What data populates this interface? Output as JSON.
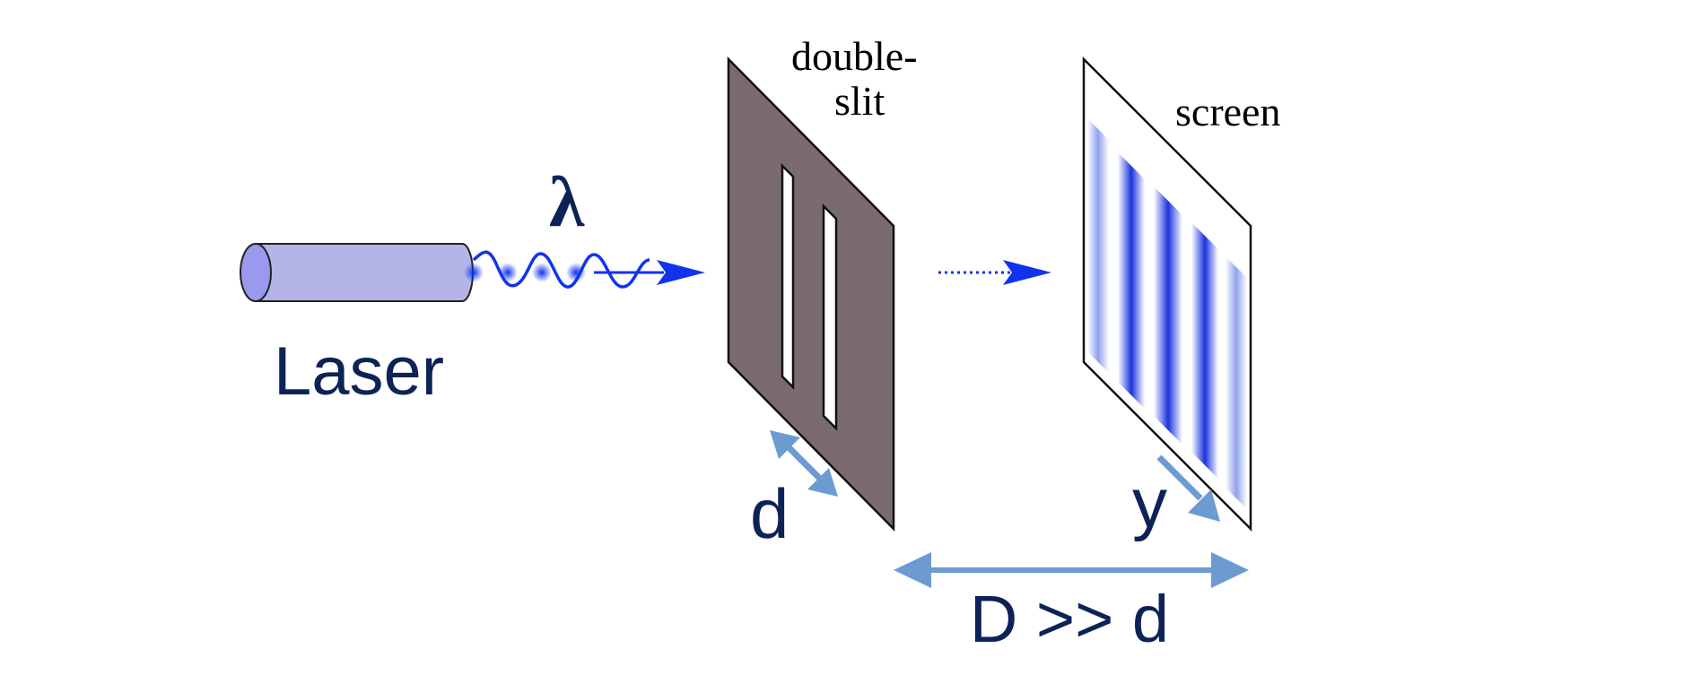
{
  "labels": {
    "laser": "Laser",
    "wavelength": "λ",
    "double_slit_line1": "double-",
    "double_slit_line2": "slit",
    "screen": "screen",
    "slit_separation": "d",
    "fringe_position": "y",
    "distance_relation": "D >> d"
  },
  "colors": {
    "label_navy": "#0d2257",
    "laser_fill": "#b4b4e8",
    "laser_cap": "#9999ee",
    "beam_blue": "#1133ee",
    "plate_fill": "#7a6b72",
    "dimension_arrow": "#6b9bd1",
    "fringe_blue": "#1a33dd"
  }
}
